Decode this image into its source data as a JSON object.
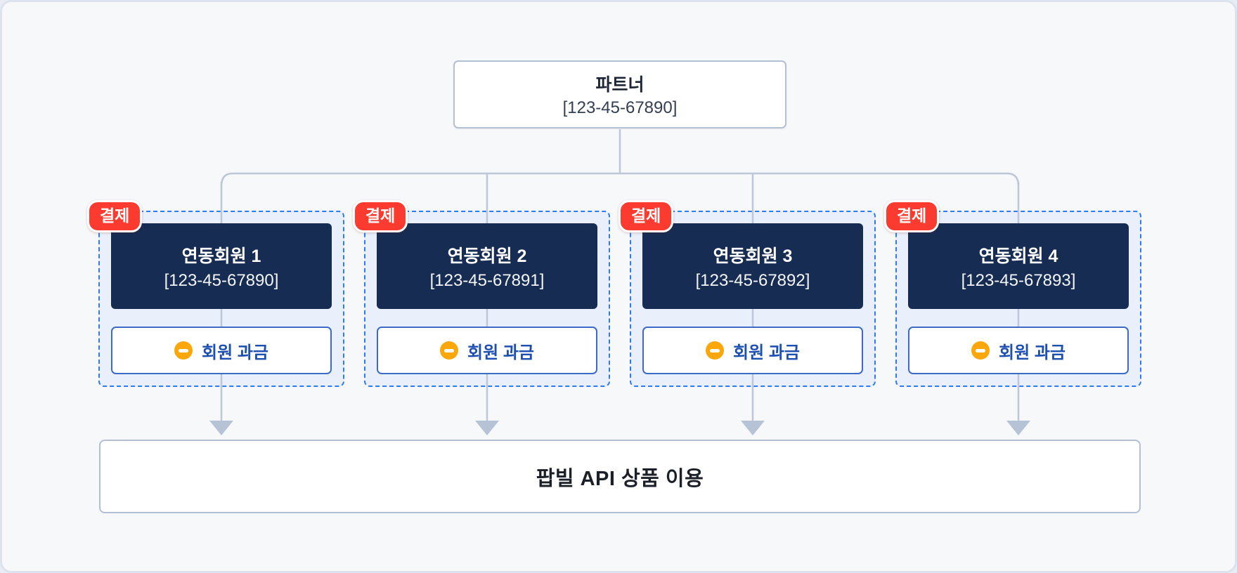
{
  "partner": {
    "title": "파트너",
    "code": "[123-45-67890]"
  },
  "members": [
    {
      "badge": "결제",
      "name": "연동회원 1",
      "code": "[123-45-67890]",
      "button": "회원 과금"
    },
    {
      "badge": "결제",
      "name": "연동회원 2",
      "code": "[123-45-67891]",
      "button": "회원 과금"
    },
    {
      "badge": "결제",
      "name": "연동회원 3",
      "code": "[123-45-67892]",
      "button": "회원 과금"
    },
    {
      "badge": "결제",
      "name": "연동회원 4",
      "code": "[123-45-67893]",
      "button": "회원 과금"
    }
  ],
  "bottom": {
    "label": "팝빌 API 상품 이용"
  },
  "colors": {
    "bg": "#f7f8fa",
    "frame": "#dde3ee",
    "navy": "#172c52",
    "badge": "#fb3a30",
    "dash": "#2e7bf0",
    "card-bg": "#e9effb",
    "btn-border": "#3b6bc6",
    "btn-text": "#1c4fb0",
    "icon-orange": "#f9a70b",
    "box-border": "#b3bfd2",
    "wire": "#bdc7d8"
  }
}
